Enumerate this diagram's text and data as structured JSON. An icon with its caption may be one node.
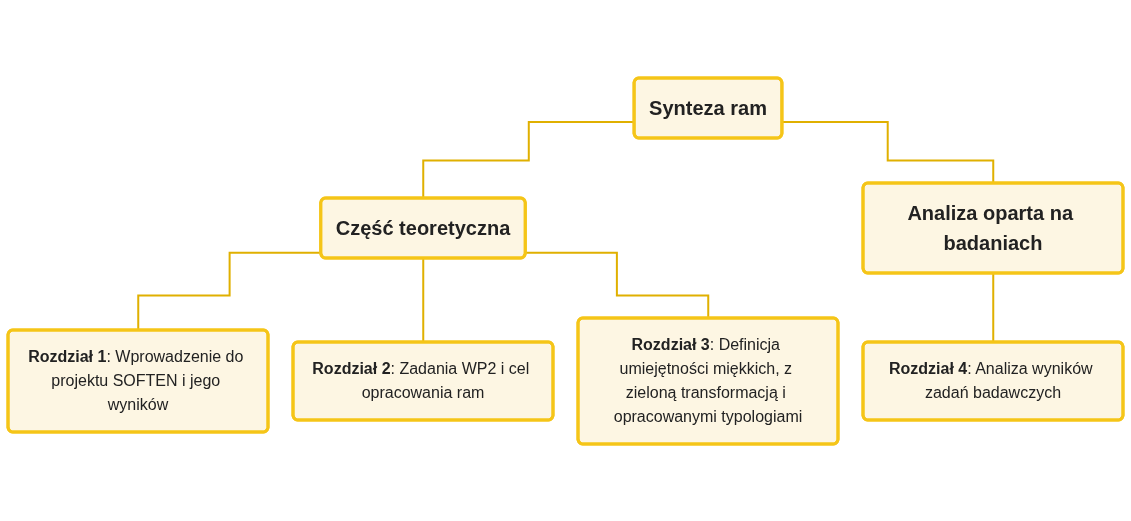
{
  "diagram": {
    "nodes": [
      {
        "text": [
          "Synteza ram"
        ]
      },
      {
        "text": [
          "Część teoretyczna"
        ]
      },
      {
        "text": [
          "Analiza oparta na badaniach"
        ]
      },
      {
        "text": [
          "**Rozdział 1**: Wprowadzenie do projektu SOFTEN i jego wyników"
        ]
      },
      {
        "text": [
          "**Rozdział 2**: Zadania WP2 i cel opracowania ram"
        ]
      },
      {
        "text": [
          "**Rozdział 3**: Definicja umiejętności miękkich, z zieloną transformacją i opracowanymi typologiami"
        ]
      },
      {
        "text": [
          "**Rozdział 4**: Analiza wyników zadań badawczych"
        ]
      }
    ],
    "edges": [
      {
        "from": 0,
        "to": 1,
        "arrow": "none"
      },
      {
        "from": 0,
        "to": 2,
        "arrow": "none"
      },
      {
        "from": 1,
        "to": 3,
        "arrow": "none"
      },
      {
        "from": 1,
        "to": 4,
        "arrow": "none"
      },
      {
        "from": 1,
        "to": 5,
        "arrow": "none"
      },
      {
        "from": 2,
        "to": 6,
        "arrow": "none"
      }
    ]
  }
}
